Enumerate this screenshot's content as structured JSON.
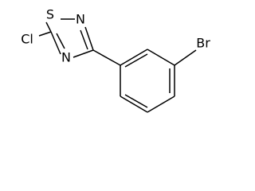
{
  "molecule": {
    "atoms": {
      "sulfur": "S",
      "nitrogen_2": "N",
      "nitrogen_4": "N",
      "chlorine": "Cl",
      "bromine": "Br"
    }
  }
}
